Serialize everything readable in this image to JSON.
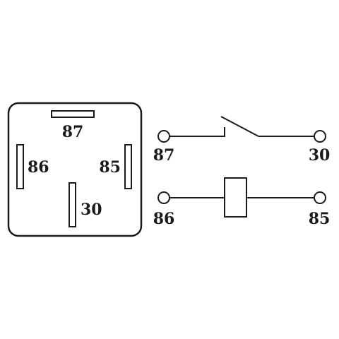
{
  "relay_footprint": {
    "pins": {
      "top": "87",
      "left": "86",
      "right": "85",
      "bottom": "30"
    }
  },
  "schematic": {
    "switch_row": {
      "left_label": "87",
      "right_label": "30"
    },
    "coil_row": {
      "left_label": "86",
      "right_label": "85"
    }
  }
}
